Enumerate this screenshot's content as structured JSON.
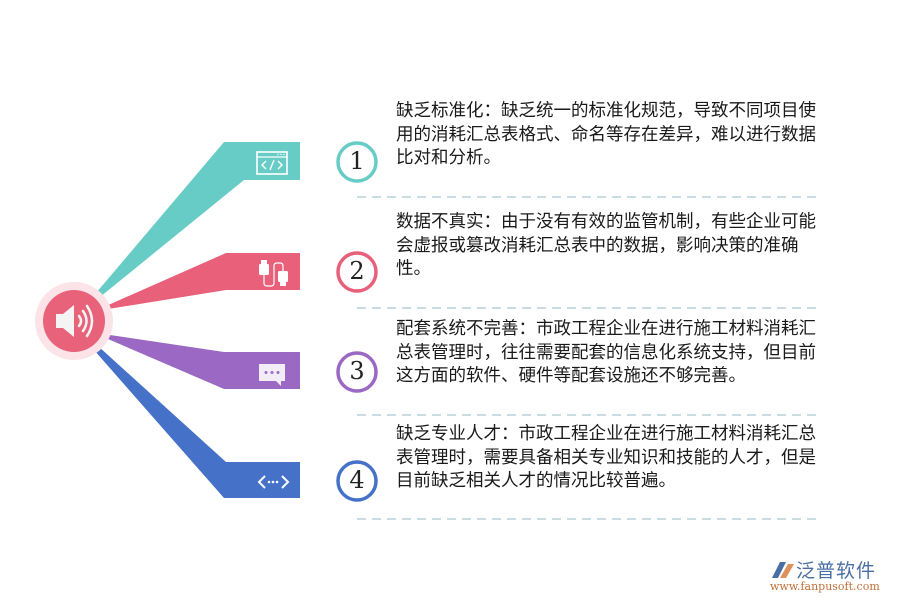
{
  "diagram": {
    "hub": {
      "icon": "speaker-volume-icon",
      "color": "#e8637a",
      "halo_color": "#fbe3e7"
    },
    "items": [
      {
        "number": "1",
        "icon": "code-window-icon",
        "color": "#67ccc6",
        "text": "缺乏标准化：缺乏统一的标准化规范，导致不同项目使用的消耗汇总表格式、命名等存在差异，难以进行数据比对和分析。"
      },
      {
        "number": "2",
        "icon": "usb-cable-icon",
        "color": "#e8607a",
        "text": "数据不真实：由于没有有效的监管机制，有些企业可能会虚报或篡改消耗汇总表中的数据，影响决策的准确性。"
      },
      {
        "number": "3",
        "icon": "chat-bubble-icon",
        "color": "#9b69c3",
        "text": "配套系统不完善：市政工程企业在进行施工材料消耗汇总表管理时，往往需要配套的信息化系统支持，但目前这方面的软件、硬件等配套设施还不够完善。"
      },
      {
        "number": "4",
        "icon": "code-arrows-icon",
        "color": "#4572c8",
        "text": "缺乏专业人才：市政工程企业在进行施工材料消耗汇总表管理时，需要具备相关专业知识和技能的人才，但是目前缺乏相关人才的情况比较普遍。"
      }
    ],
    "divider_color": "#c9dde3"
  },
  "watermark": {
    "brand_name": "泛普软件",
    "url": "www.fanpusoft.com"
  }
}
